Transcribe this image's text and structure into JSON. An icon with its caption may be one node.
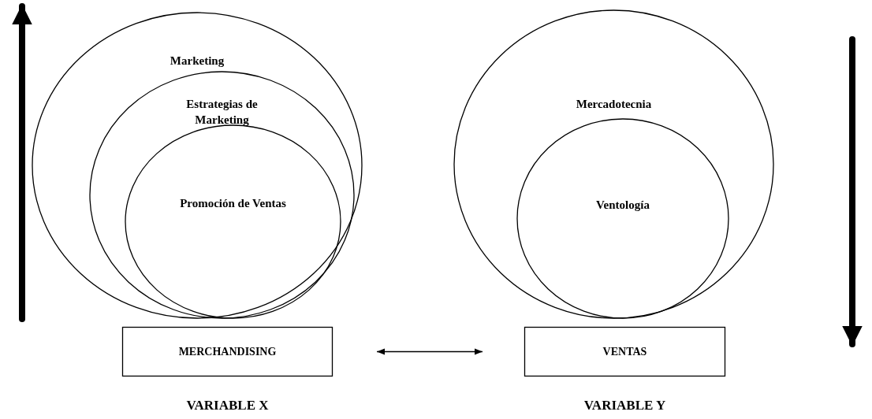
{
  "diagram": {
    "nodes": [
      {
        "text": [
          "Marketing"
        ]
      },
      {
        "text": [
          "Estrategias de Marketing"
        ],
        "in": 0
      },
      {
        "text": [
          "Promoción de Ventas"
        ],
        "in": 1
      },
      {
        "text": [
          "Mercadotecnia"
        ]
      },
      {
        "text": [
          "Ventología"
        ],
        "in": 3
      },
      {
        "text": [
          "MERCHANDISING"
        ],
        "beside": [
          "VARIABLE X"
        ]
      },
      {
        "text": [
          "VENTAS"
        ],
        "beside": [
          "VARIABLE Y"
        ]
      }
    ],
    "edges": [
      {
        "from": 5,
        "to": 6,
        "arrow": "both"
      }
    ]
  }
}
